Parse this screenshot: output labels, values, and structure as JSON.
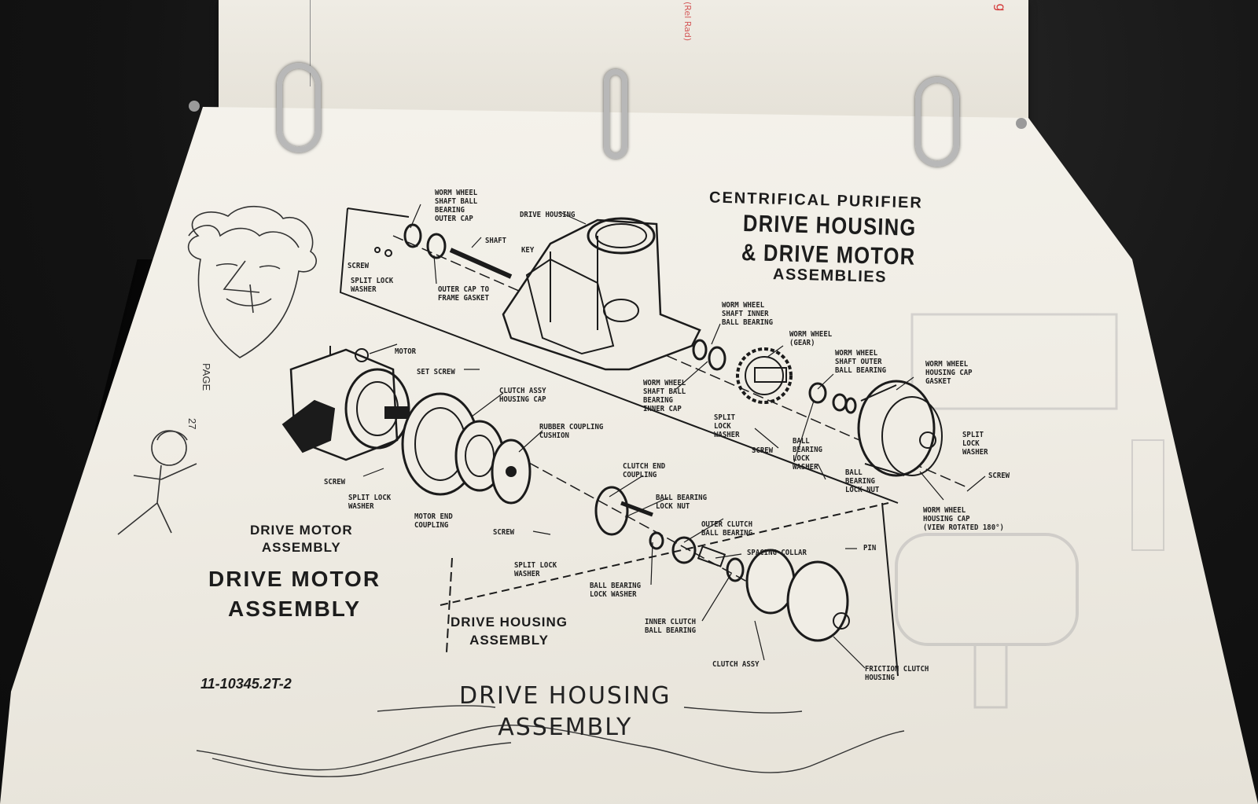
{
  "photo": {
    "subject": "binder page"
  },
  "back_sheet": {
    "red_note": "(Rel Rad)",
    "red_corner": "g"
  },
  "page": {
    "title_line1": "CENTRIFICAL PURIFIER",
    "title_line2": "DRIVE HOUSING",
    "title_line3": "& DRIVE MOTOR",
    "title_line4": "ASSEMBLIES",
    "page_label": "PAGE",
    "page_number": "27",
    "doc_number": "11-10345.2T-2",
    "captions": {
      "drive_motor_assembly_small": "DRIVE MOTOR\nASSEMBLY",
      "drive_motor_assembly_big": "DRIVE MOTOR\nASSEMBLY",
      "drive_housing_assembly_small": "DRIVE HOUSING\nASSEMBLY",
      "drive_housing_assembly_hand": "DRIVE HOUSING\nASSEMBLY"
    },
    "part_labels": {
      "worm_wheel_outer_cap": "WORM WHEEL\nSHAFT BALL\nBEARING\nOUTER CAP",
      "drive_housing": "DRIVE HOUSING",
      "shaft": "SHAFT",
      "key": "KEY",
      "screw_top": "SCREW",
      "split_lock_washer_top": "SPLIT LOCK\nWASHER",
      "outer_cap_gasket": "OUTER CAP TO\nFRAME GASKET",
      "inner_ball_bearing": "WORM WHEEL\nSHAFT INNER\nBALL BEARING",
      "worm_wheel_gear": "WORM WHEEL\n(GEAR)",
      "outer_ball_bearing": "WORM WHEEL\nSHAFT OUTER\nBALL BEARING",
      "housing_cap_gasket": "WORM WHEEL\nHOUSING CAP\nGASKET",
      "inner_cap": "WORM WHEEL\nSHAFT BALL\nBEARING\nINNER CAP",
      "motor": "MOTOR",
      "set_screw": "SET SCREW",
      "clutch_housing_cap": "CLUTCH ASSY\nHOUSING CAP",
      "rubber_coupling": "RUBBER COUPLING\nCUSHION",
      "split_lock_washer_mid": "SPLIT\nLOCK\nWASHER",
      "screw_mid": "SCREW",
      "ball_bearing_lock_washer_right": "BALL\nBEARING\nLOCK\nWASHER",
      "ball_bearing_lock_nut_right": "BALL\nBEARING\nLOCK NUT",
      "split_lock_washer_right": "SPLIT\nLOCK\nWASHER",
      "screw_right": "SCREW",
      "housing_cap_rotated": "WORM WHEEL\nHOUSING CAP\n(VIEW ROTATED 180°)",
      "screw_left": "SCREW",
      "split_lock_washer_left": "SPLIT LOCK\nWASHER",
      "motor_end_coupling": "MOTOR END\nCOUPLING",
      "clutch_end_coupling": "CLUTCH END\nCOUPLING",
      "ball_bearing_lock_nut": "BALL BEARING\nLOCK NUT",
      "screw_clutch": "SCREW",
      "outer_clutch_bearing": "OUTER CLUTCH\nBALL BEARING",
      "spacing_collar": "SPACING COLLAR",
      "pin": "PIN",
      "split_lock_washer_clutch": "SPLIT LOCK\nWASHER",
      "ball_bearing_lock_washer": "BALL BEARING\nLOCK WASHER",
      "inner_clutch_bearing": "INNER CLUTCH\nBALL BEARING",
      "clutch_assy": "CLUTCH ASSY",
      "friction_clutch_housing": "FRICTION CLUTCH\nHOUSING"
    }
  }
}
